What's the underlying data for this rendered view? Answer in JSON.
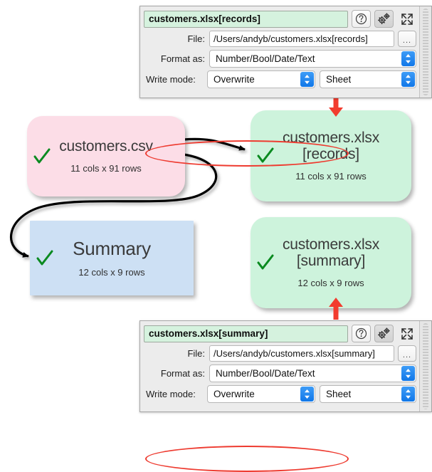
{
  "graph": {
    "nodes": [
      {
        "id": "customers-csv",
        "title": "customers.csv",
        "subtitle": "11 cols x 91 rows",
        "color": "#fcdde7",
        "shape": "rounded",
        "status_icon": "green-check-icon"
      },
      {
        "id": "records",
        "title_line1": "customers.xlsx",
        "title_line2": "[records]",
        "subtitle": "11 cols x 91 rows",
        "color": "#cdf3dc",
        "shape": "rounded",
        "status_icon": "green-check-icon"
      },
      {
        "id": "summary",
        "title": "Summary",
        "subtitle": "12 cols x 9 rows",
        "color": "#cde0f4",
        "shape": "rectangle",
        "status_icon": "green-check-icon"
      },
      {
        "id": "sheet-summary",
        "title_line1": "customers.xlsx",
        "title_line2": "[summary]",
        "subtitle": "12 cols x 9 rows",
        "color": "#cdf3dc",
        "shape": "rounded",
        "status_icon": "green-check-icon"
      }
    ],
    "edges": [
      {
        "from": "customers-csv",
        "to": "records",
        "style": "curved-arrow",
        "color": "#000000"
      },
      {
        "from": "customers-csv",
        "to": "summary",
        "style": "s-curve-arrow",
        "color": "#000000"
      },
      {
        "from": "summary",
        "to": "sheet-summary",
        "style": "straight-arrow",
        "color": "#000000"
      }
    ],
    "annotation_color": "#ee3b30"
  },
  "panel_records": {
    "title": "customers.xlsx[records]",
    "help_icon": "question-mark-circle-icon",
    "settings_icon": "gears-icon",
    "expand_icon": "expand-arrows-icon",
    "file_label": "File:",
    "file_value": "/Users/andyb/customers.xlsx[records]",
    "browse_label": "...",
    "format_label": "Format as:",
    "format_value": "Number/Bool/Date/Text",
    "write_mode_label": "Write mode:",
    "write_mode_value": "Overwrite",
    "sheet_value": "Sheet"
  },
  "panel_summary": {
    "title": "customers.xlsx[summary]",
    "help_icon": "question-mark-circle-icon",
    "settings_icon": "gears-icon",
    "expand_icon": "expand-arrows-icon",
    "file_label": "File:",
    "file_value": "/Users/andyb/customers.xlsx[summary]",
    "browse_label": "...",
    "format_label": "Format as:",
    "format_value": "Number/Bool/Date/Text",
    "write_mode_label": "Write mode:",
    "write_mode_value": "Overwrite",
    "sheet_value": "Sheet"
  }
}
